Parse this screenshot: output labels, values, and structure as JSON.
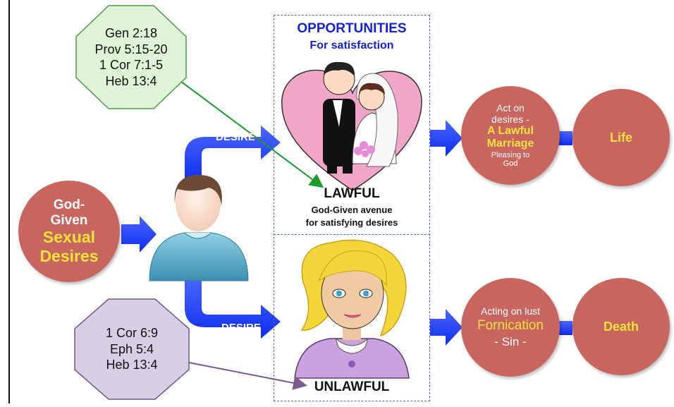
{
  "source": {
    "line1": "God-",
    "line2": "Given",
    "line3": "Sexual",
    "line4": "Desires"
  },
  "desire_labels": {
    "upper": "DESIRE",
    "lower": "DESIRE"
  },
  "verses_lawful": [
    "Gen 2:18",
    "Prov 5:15-20",
    "1 Cor 7:1-5",
    "Heb 13:4"
  ],
  "verses_unlawful": [
    "1 Cor 6:9",
    "Eph 5:4",
    "Heb 13:4"
  ],
  "opportunities": {
    "title": "OPPORTUNITIES",
    "subtitle": "For satisfaction"
  },
  "lawful": {
    "heading": "LAWFUL",
    "desc_line1": "God-Given avenue",
    "desc_line2": "for satisfying desires"
  },
  "unlawful": {
    "heading": "UNLAWFUL"
  },
  "marriage": {
    "line1": "Act on",
    "line2": "desires -",
    "line3": "A Lawful",
    "line4": "Marriage",
    "line5": "Pleasing to",
    "line6": "God"
  },
  "life": {
    "label": "Life"
  },
  "fornication": {
    "line1": "Acting on lust",
    "line2": "Fornication",
    "line3": "- Sin -"
  },
  "death": {
    "label": "Death"
  },
  "colors": {
    "circle": "#c9655f",
    "arrow_blue": "#1f3dff",
    "highlight_yellow": "#f5e33b",
    "octagon_green": "#dff3d6",
    "octagon_purple": "#d8cfe6",
    "title_blue": "#1422d8"
  }
}
